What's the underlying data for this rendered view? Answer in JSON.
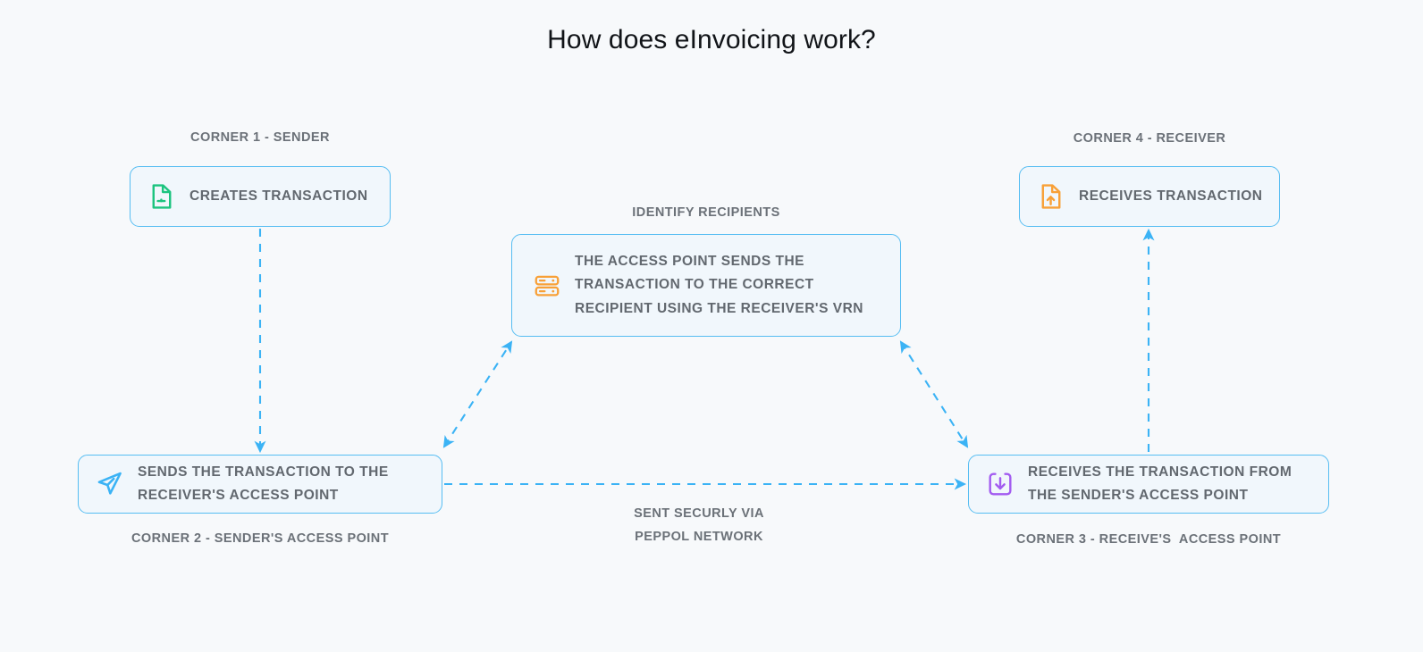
{
  "page": {
    "title": "How does eInvoicing work?",
    "background_color": "#f7f9fb"
  },
  "theme": {
    "box_fill": "#f1f7fc",
    "box_border": "#56bdf2",
    "arrow_color": "#3bb3f5",
    "caption_color": "#6b7178",
    "label_color": "#62686f",
    "title_color": "#111418"
  },
  "nodes": {
    "corner1": {
      "caption": "CORNER 1 - SENDER",
      "label": "CREATES TRANSACTION",
      "icon": "document-plus-icon",
      "icon_color": "#1cc47f"
    },
    "corner2": {
      "caption": "CORNER 2 - SENDER'S ACCESS POINT",
      "label": "SENDS THE TRANSACTION TO THE\nRECEIVER'S ACCESS POINT",
      "icon": "send-icon",
      "icon_color": "#3bb3f5"
    },
    "access_point": {
      "caption": "IDENTIFY RECIPIENTS",
      "label": "THE ACCESS POINT SENDS THE\nTRANSACTION TO THE CORRECT\nRECIPIENT USING THE RECEIVER'S VRN",
      "icon": "server-icon",
      "icon_color": "#f8a037"
    },
    "corner3": {
      "caption": "CORNER 3 - RECEIVE'S  ACCESS POINT",
      "label": "RECEIVES THE TRANSACTION FROM\nTHE SENDER'S ACCESS POINT",
      "icon": "download-icon",
      "icon_color": "#a35cf0"
    },
    "corner4": {
      "caption": "CORNER 4 - RECEIVER",
      "label": "RECEIVES TRANSACTION",
      "icon": "document-upload-icon",
      "icon_color": "#f8a037"
    }
  },
  "connectors": {
    "network_note": "SENT SECURLY VIA\nPEPPOL NETWORK",
    "arrows": [
      {
        "name": "corner1-to-corner2",
        "style": "dashed",
        "heads": "end"
      },
      {
        "name": "corner2-to-access-point",
        "style": "dashed",
        "heads": "both"
      },
      {
        "name": "access-point-to-corner3",
        "style": "dashed",
        "heads": "both"
      },
      {
        "name": "corner2-to-corner3",
        "style": "dashed",
        "heads": "end"
      },
      {
        "name": "corner3-to-corner4",
        "style": "dashed",
        "heads": "end"
      }
    ]
  }
}
